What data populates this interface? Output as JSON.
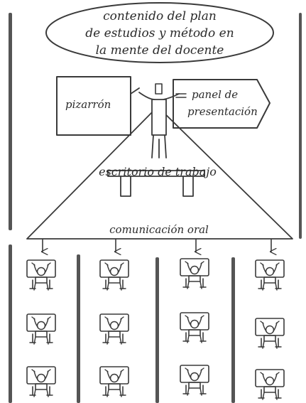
{
  "cloud": {
    "lines": [
      "contenido del plan",
      "de estudios y método en",
      "la mente del docente"
    ]
  },
  "labels": {
    "pizarron": "pizarrón",
    "panel_line1": "panel de",
    "panel_line2": "presentación",
    "escritorio": "escritorio de trabajo",
    "comunicacion": "comunicación oral"
  },
  "students": {
    "columns": 4,
    "rows": 3
  },
  "colors": {
    "ink": "#2b2b2b",
    "bar": "#555555",
    "background": "#ffffff"
  },
  "icons": {
    "teacher": "teacher-figure-icon",
    "student": "student-at-desk-icon",
    "arrow": "down-arrow-icon"
  }
}
